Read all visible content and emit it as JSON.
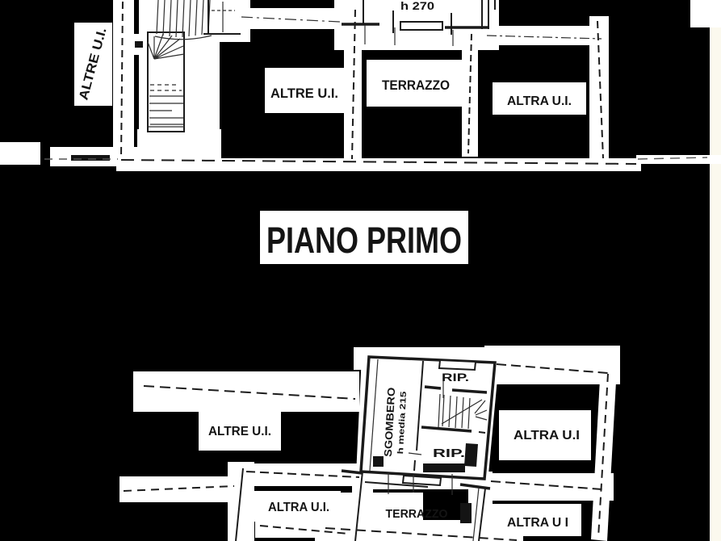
{
  "title": "PIANO PRIMO",
  "top_plan": {
    "unit_left_vertical": "ALTRE U.I.",
    "unit_center": "ALTRE U.I.",
    "terrace": "TERRAZZO",
    "unit_right": "ALTRA U.I.",
    "height_note": "h 270"
  },
  "bottom_plan": {
    "unit_left": "ALTRE U.I.",
    "unit_left_lower": "ALTRA U.I.",
    "storage": "SGOMBERO",
    "storage_height_note": "h media 215",
    "closet_upper": "RIP.",
    "closet_lower": "RIP.",
    "unit_right": "ALTRA U.I",
    "unit_right_lower": "ALTRA U I",
    "terrace": "TERRAZZO"
  },
  "colors": {
    "background": "#000000",
    "paper": "#ffffff",
    "page_edge": "#fbf9ee",
    "ink": "#1c1c1c"
  }
}
